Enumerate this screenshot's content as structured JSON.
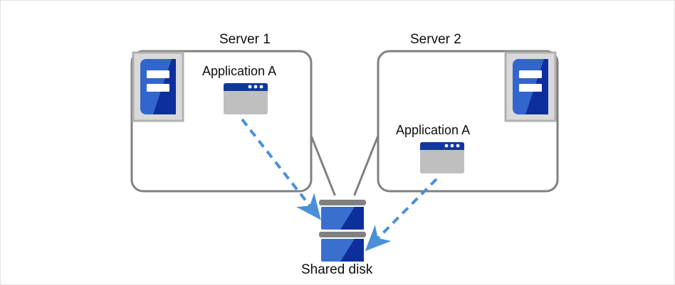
{
  "diagram": {
    "type": "cluster-shared-disk-architecture",
    "nodes": {
      "server1": {
        "title": "Server 1",
        "server_icon_name": "server-icon",
        "application": {
          "label": "Application A",
          "icon_name": "application-window-icon"
        }
      },
      "server2": {
        "title": "Server 2",
        "server_icon_name": "server-icon",
        "application": {
          "label": "Application A",
          "icon_name": "application-window-icon"
        }
      },
      "shared_disk": {
        "label": "Shared disk",
        "icon_name": "disk-stack-icon",
        "platter_count": 2
      }
    },
    "connections": [
      {
        "name": "server1-to-disk-link",
        "from": "server1",
        "to": "shared_disk",
        "style": "solid",
        "color": "#808080"
      },
      {
        "name": "server2-to-disk-link",
        "from": "server2",
        "to": "shared_disk",
        "style": "solid",
        "color": "#808080"
      },
      {
        "name": "app-a-server1-access-arrow",
        "from": "server1.application",
        "to": "shared_disk",
        "style": "dashed",
        "color": "#4a90d9"
      },
      {
        "name": "app-a-server2-access-arrow",
        "from": "server2.application",
        "to": "shared_disk",
        "style": "dashed",
        "color": "#4a90d9"
      }
    ]
  },
  "colors": {
    "canvas_background": "#ffffff",
    "canvas_border": "#e3e3e3",
    "box_stroke": "#808080",
    "text": "#0d0d0d",
    "arrow_blue": "#4a90d9",
    "icon_frame_fill": "#d9d9d9",
    "icon_frame_stroke": "#b0b0b0",
    "icon_blue_light": "#3366cc",
    "icon_blue_dark": "#0d2f9e",
    "window_titlebar": "#10389c",
    "window_body": "#bfbfbf",
    "disk_bar_gray": "#808080",
    "disk_blue_light": "#3a6fd0",
    "disk_blue_dark": "#0d2f9e"
  }
}
